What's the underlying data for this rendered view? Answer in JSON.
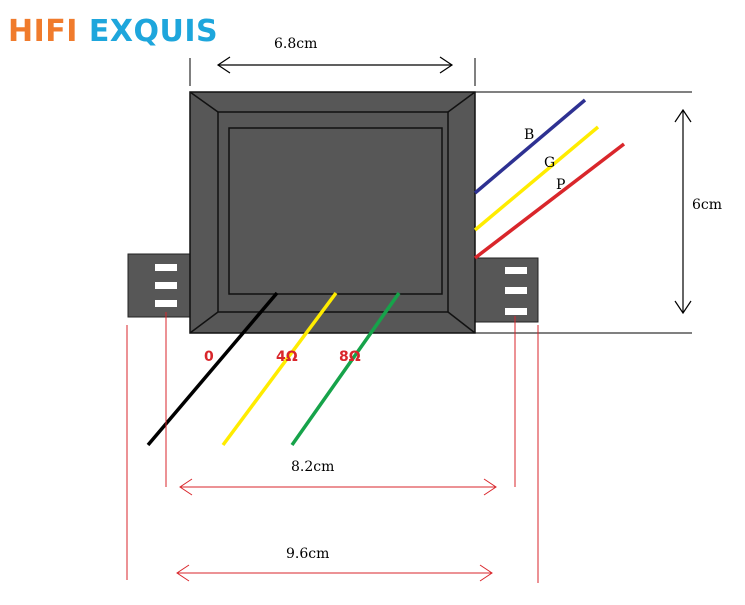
{
  "brand": {
    "part1": "HIFI",
    "part2": "EXQUIS"
  },
  "dimensions": {
    "top_width": "6.8cm",
    "height": "6cm",
    "inner_span": "8.2cm",
    "outer_span": "9.6cm"
  },
  "primary_wires": {
    "blue": "B",
    "yellow": "G",
    "red": "P"
  },
  "outputs": {
    "common": "0",
    "four_ohm": "4Ω",
    "eight_ohm": "8Ω"
  },
  "colors": {
    "body": "#575757",
    "wire_blue": "#2e3192",
    "wire_yellow": "#ffec00",
    "wire_red": "#d9262b",
    "wire_green": "#16a34a",
    "wire_black": "#000000",
    "dimension_red": "#d9262b",
    "brand_orange": "#f07b2c",
    "brand_blue": "#1ea6dc"
  }
}
